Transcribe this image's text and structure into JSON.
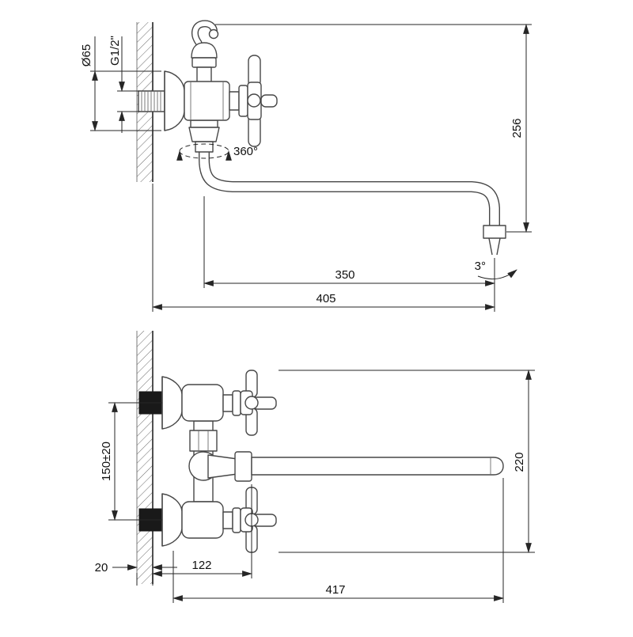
{
  "drawing": {
    "ink": "#474747",
    "dim_ink": "#262626",
    "side_view": {
      "dims": {
        "escutcheon_diameter": "Ø65",
        "thread_size": "G1/2\"",
        "swivel_rotation": "360°",
        "overall_height": "256",
        "spout_reach": "350",
        "total_reach": "405",
        "outlet_angle": "3°"
      }
    },
    "front_view": {
      "dims": {
        "centers_distance": "150±20",
        "overall_height": "220",
        "wall_thickness": "20",
        "wall_to_spout": "122",
        "overall_width": "417"
      }
    }
  }
}
